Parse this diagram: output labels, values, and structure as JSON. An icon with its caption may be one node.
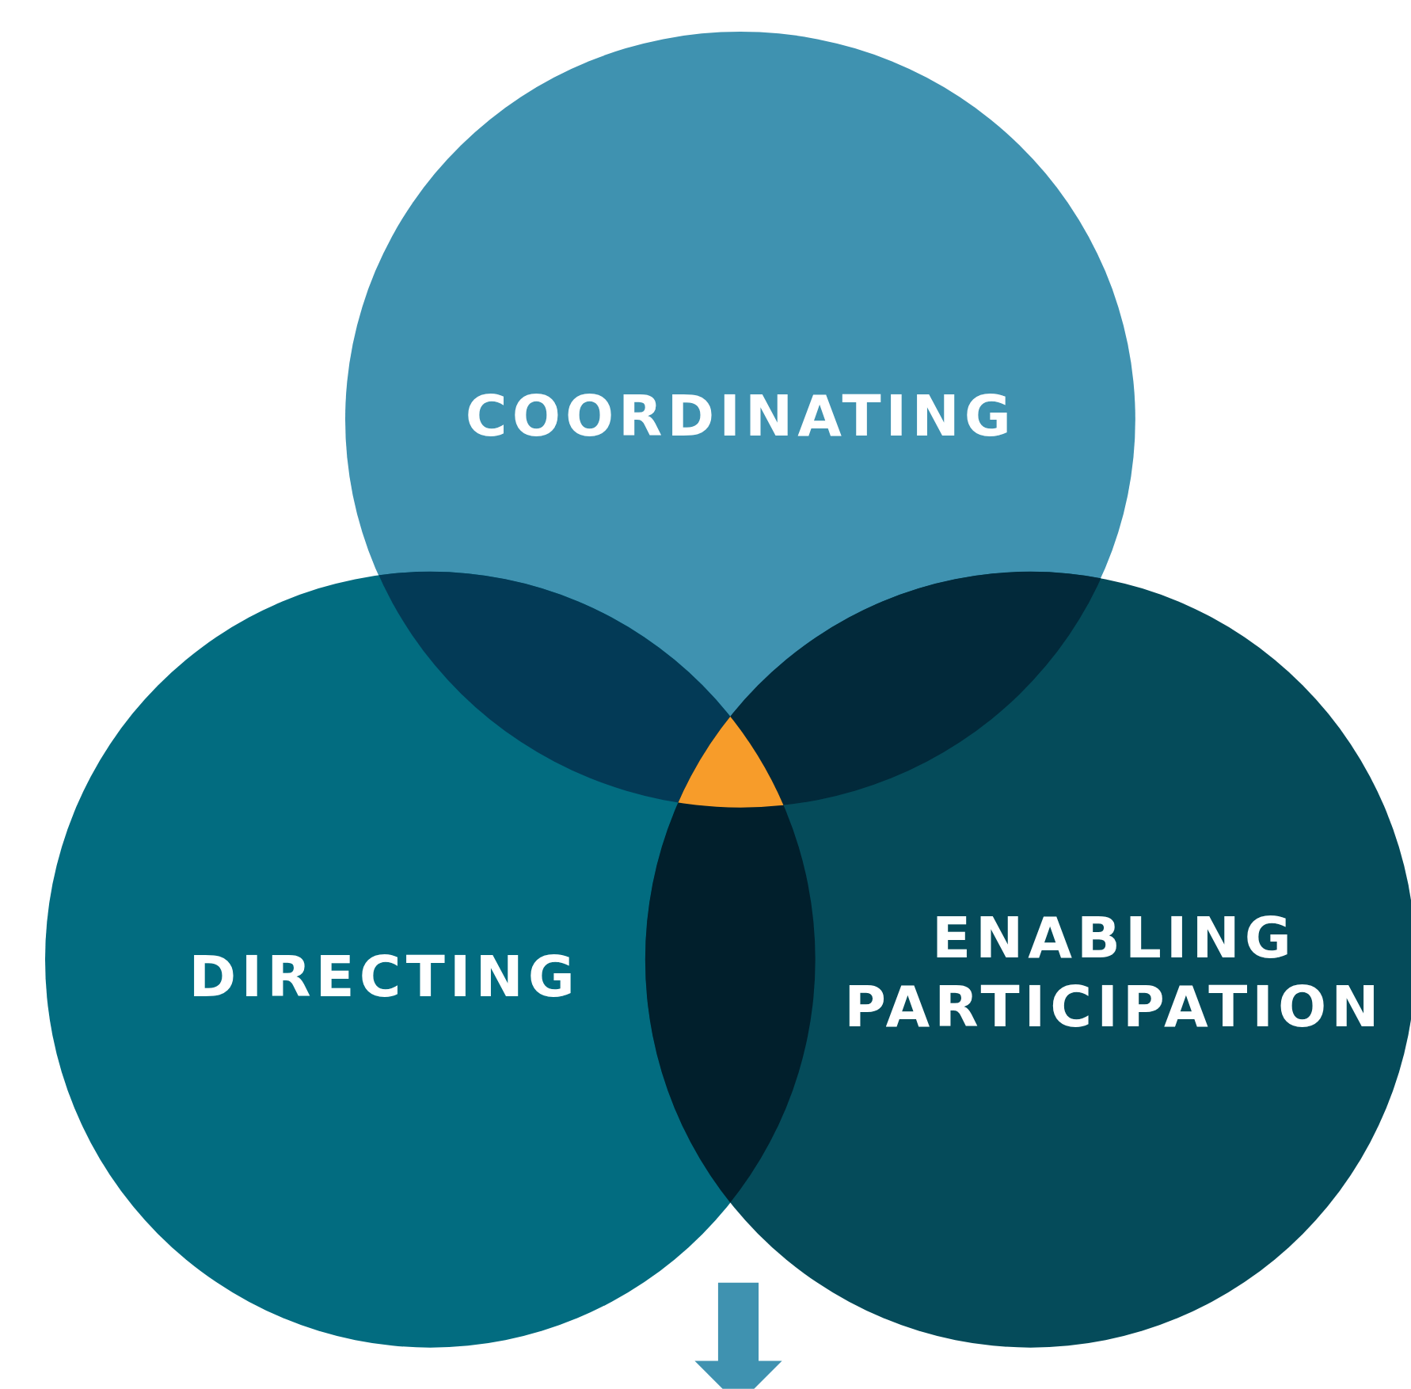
{
  "diagram": {
    "nodes": [
      {
        "text": [
          "COORDINATING"
        ]
      },
      {
        "text": [
          "DIRECTING"
        ]
      },
      {
        "text": [
          "ENABLING PARTICIPATION"
        ]
      }
    ]
  }
}
